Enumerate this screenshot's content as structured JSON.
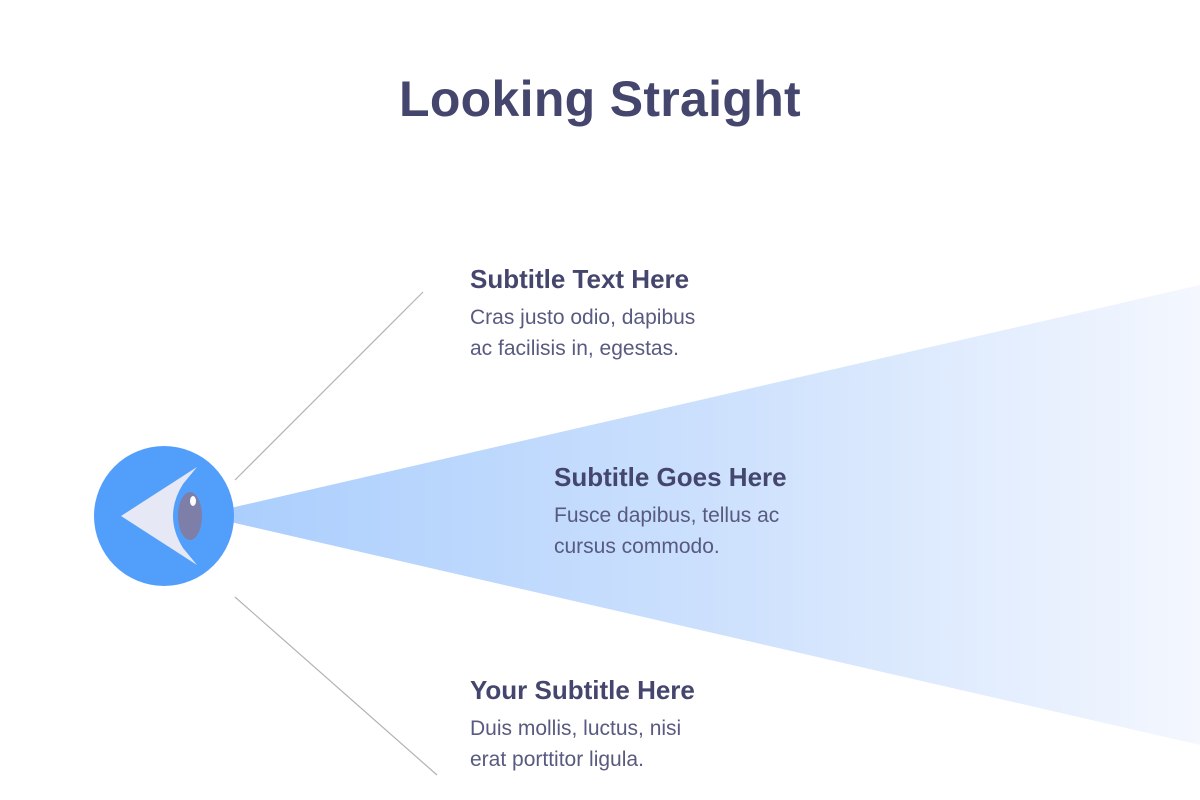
{
  "title": "Looking Straight",
  "colors": {
    "title": "#45466e",
    "accent_blue": "#529ffb",
    "beam_start": "#a9cdfd",
    "eye_white": "#e6e8f5",
    "pupil": "#7d7fa8",
    "connector_line": "#b3b3b3"
  },
  "icons": {
    "eye": "eye-icon"
  },
  "items": [
    {
      "subtitle": "Subtitle Text Here",
      "lines": [
        "Cras justo odio, dapibus",
        "ac facilisis in, egestas."
      ]
    },
    {
      "subtitle": "Subtitle Goes Here",
      "lines": [
        "Fusce dapibus, tellus ac",
        "cursus commodo."
      ]
    },
    {
      "subtitle": "Your Subtitle Here",
      "lines": [
        "Duis mollis, luctus, nisi",
        "erat porttitor ligula."
      ]
    }
  ]
}
